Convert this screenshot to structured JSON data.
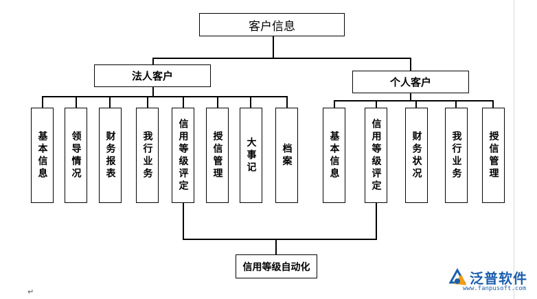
{
  "root": "客户信息",
  "legal_entity": {
    "title": "法人客户",
    "items": [
      "基本信息",
      "领导情况",
      "财务报表",
      "我行业务",
      "信用等级评定",
      "授信管理",
      "大事记",
      "档案"
    ]
  },
  "individual": {
    "title": "个人客户",
    "items": [
      "基本信息",
      "信用等级评定",
      "财务状况",
      "我行业务",
      "授信管理"
    ]
  },
  "automation": "信用等级自动化",
  "return_mark": "↵",
  "logo": {
    "name": "泛普软件",
    "url": "www.fanpusoft.com",
    "icon": "fanpu-logo-icon",
    "colors": {
      "blue": "#1c5fae",
      "orange": "#f39c12"
    }
  }
}
